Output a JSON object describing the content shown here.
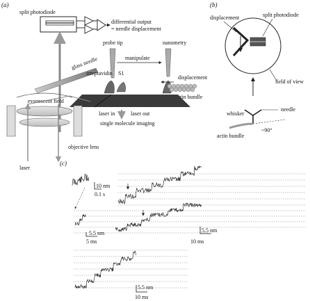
{
  "panels": {
    "a": "(a)",
    "b": "(b)",
    "c": "(c)"
  },
  "panel_a": {
    "split_photodiode": "split photodiode",
    "differential_output_1": "differential output",
    "differential_output_2": "= needle displacement",
    "probe_tip": "probe tip",
    "glass_needle": "glass needle",
    "nanometry": "nanometry",
    "manipulate": "manipulate",
    "streptavidin": "streptavidin",
    "s1": "S1",
    "displacement": "displacement",
    "evanescent_field": "evanescent field",
    "actin_bundle": "actin bundle",
    "laser_in": "laser in",
    "laser_out": "laser out",
    "single_molecule_imaging": "single molecule imaging",
    "objective_lens": "objective lens",
    "laser": "laser"
  },
  "panel_b": {
    "displacement": "displacement",
    "split_photodiode": "split photodiode",
    "field_of_view": "field of view",
    "whisker": "whisker",
    "needle": "needle",
    "actin_bundle": "actin bundle",
    "angle": "~90°"
  },
  "panel_c": {
    "scale_10nm": "10 nm",
    "scale_01s": "0.1 s",
    "scale_55nm_a": "5.5 nm",
    "scale_5ms": "5 ms",
    "scale_55nm_b": "5.5 nm",
    "scale_10ms_a": "10 ms",
    "scale_55nm_c": "5.5 nm",
    "scale_10ms_b": "10 ms"
  }
}
